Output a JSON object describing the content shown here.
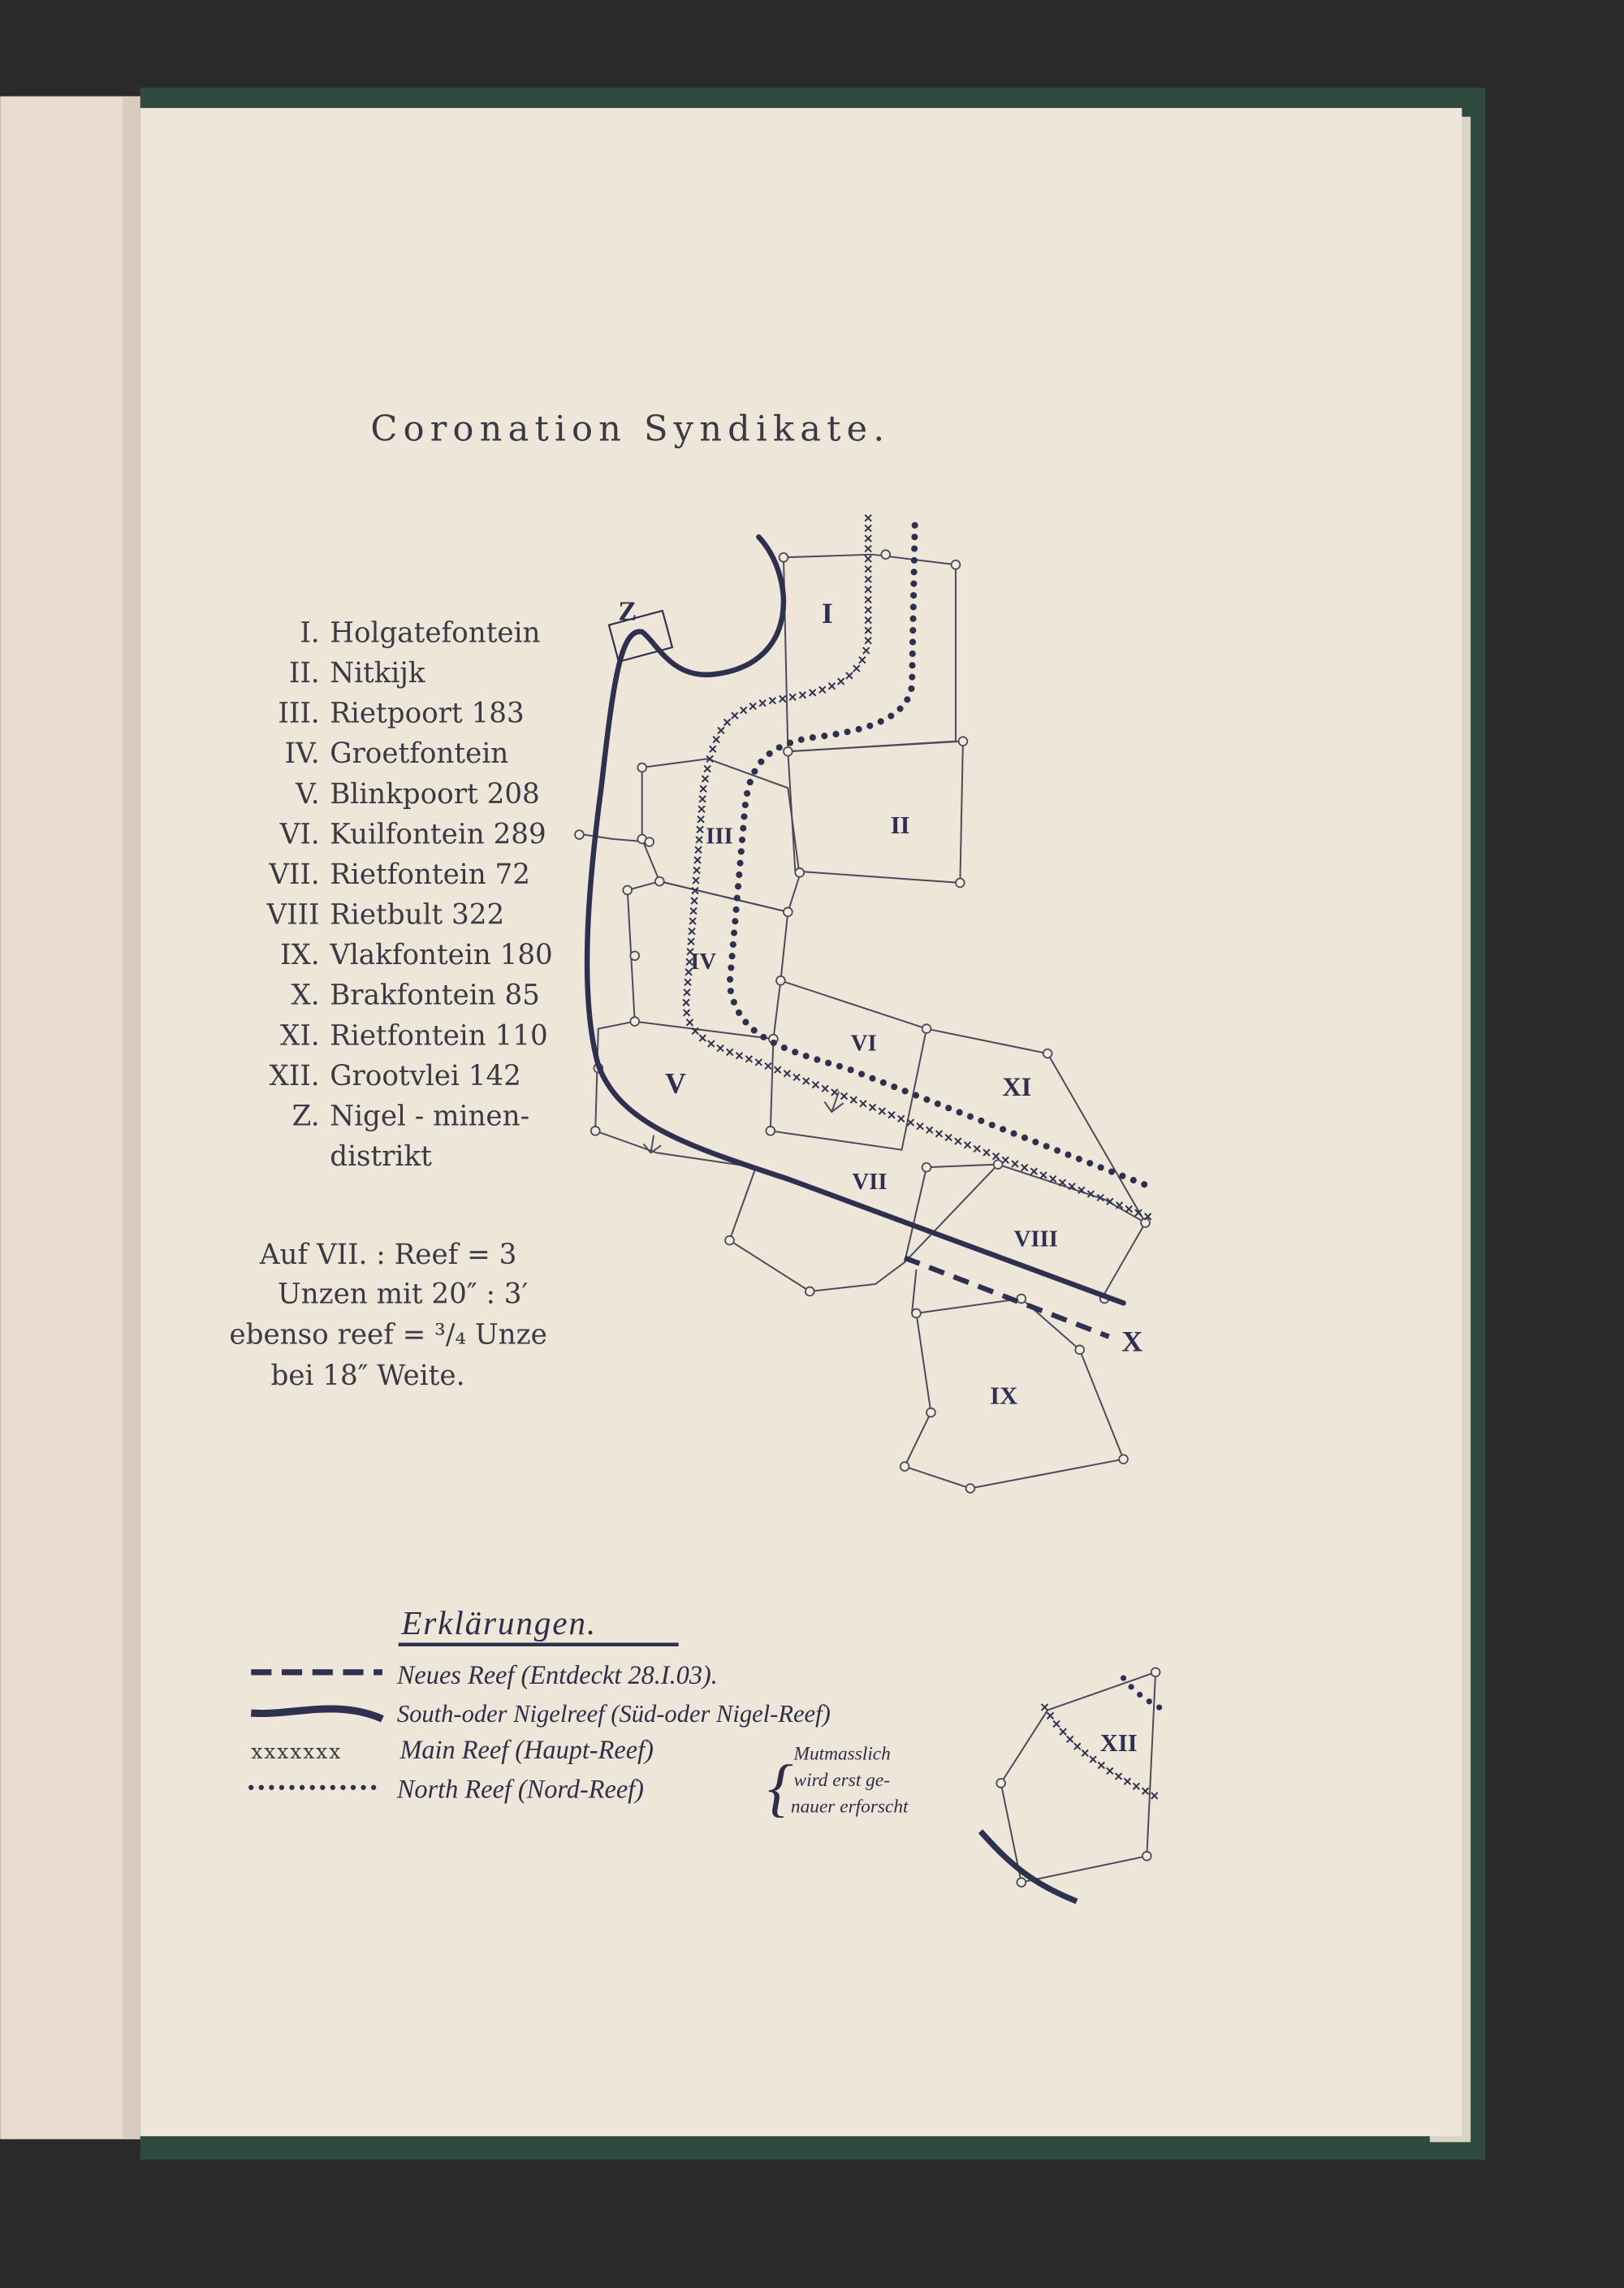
{
  "page": {
    "title": "Coronation Syndikate.",
    "colors": {
      "paper": "#efe6da",
      "ink": "#2e3050",
      "cover": "#2f4a3e",
      "background": "#2b2b2b"
    }
  },
  "property_list": [
    {
      "numeral": "I.",
      "name": "Holgatefontein"
    },
    {
      "numeral": "II.",
      "name": "Nitkijk"
    },
    {
      "numeral": "III.",
      "name": "Rietpoort 183"
    },
    {
      "numeral": "IV.",
      "name": "Groetfontein"
    },
    {
      "numeral": "V.",
      "name": "Blinkpoort 208"
    },
    {
      "numeral": "VI.",
      "name": "Kuilfontein 289"
    },
    {
      "numeral": "VII.",
      "name": "Rietfontein 72"
    },
    {
      "numeral": "VIII",
      "name": "Rietbult 322"
    },
    {
      "numeral": "IX.",
      "name": "Vlakfontein 180"
    },
    {
      "numeral": "X.",
      "name": "Brakfontein 85"
    },
    {
      "numeral": "XI.",
      "name": "Rietfontein 110"
    },
    {
      "numeral": "XII.",
      "name": "Grootvlei 142"
    },
    {
      "numeral": "Z.",
      "name": "Nigel - minen-"
    },
    {
      "numeral": "",
      "name": "distrikt"
    }
  ],
  "note": [
    "Auf VII. : Reef = 3",
    "Unzen mit 20″ : 3′",
    "ebenso reef = ³/₄ Unze",
    "bei 18″ Weite."
  ],
  "map": {
    "labels": [
      "I",
      "II",
      "III",
      "IV",
      "V",
      "VI",
      "VII",
      "VIII",
      "IX",
      "X",
      "XI",
      "XII",
      "Z"
    ]
  },
  "legend": {
    "title": "Erklärungen.",
    "items": [
      {
        "symbol": "dashed-line",
        "label": "Neues Reef (Entdeckt 28.I.03)."
      },
      {
        "symbol": "thick-line",
        "label": "South-oder Nigelreef (Süd-oder Nigel-Reef)"
      },
      {
        "symbol": "crosses",
        "symbol_text": "xxxxxxx",
        "label": "Main Reef (Haupt-Reef)"
      },
      {
        "symbol": "dots",
        "label": "North Reef (Nord-Reef)"
      }
    ],
    "bracket_note": [
      "Mutmasslich",
      "wird erst ge-",
      "nauer erforscht"
    ]
  }
}
